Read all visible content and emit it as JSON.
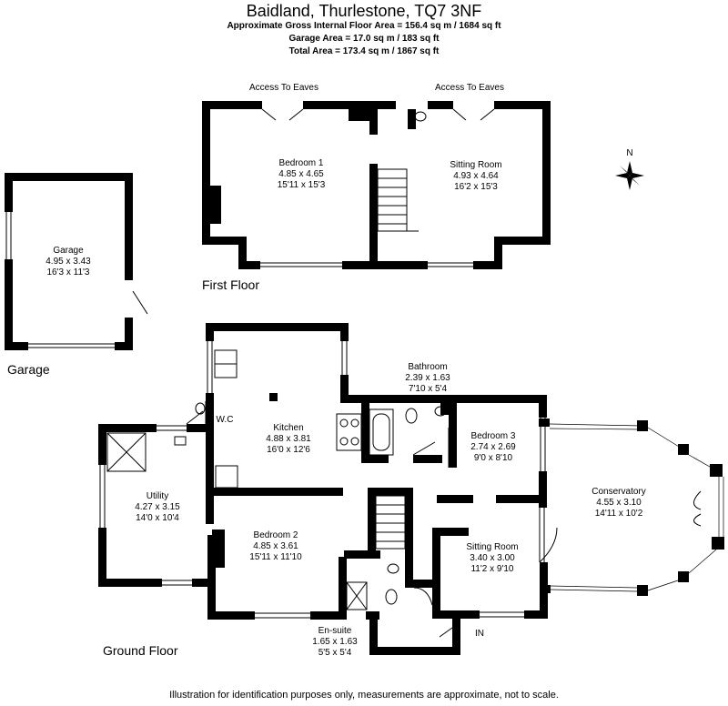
{
  "header": {
    "title": "Baidland, Thurlestone, TQ7 3NF",
    "gross_area": "Approximate Gross Internal Floor Area  = 156.4 sq m  / 1684 sq ft",
    "garage_area": "Garage Area = 17.0 sq m  / 183 sq ft",
    "total_area": "Total Area = 173.4 sq m  / 1867 sq ft"
  },
  "floors": {
    "first": "First Floor",
    "ground": "Ground Floor",
    "garage": "Garage"
  },
  "labels": {
    "eaves_left": "Access To Eaves",
    "eaves_right": "Access To Eaves",
    "north": "N",
    "entrance": "IN"
  },
  "rooms": {
    "bedroom1": {
      "name": "Bedroom 1",
      "metric": "4.85 x 4.65",
      "imperial": "15'11 x 15'3"
    },
    "sitting_first": {
      "name": "Sitting Room",
      "metric": "4.93 x 4.64",
      "imperial": "16'2 x 15'3"
    },
    "garage": {
      "name": "Garage",
      "metric": "4.95 x 3.43",
      "imperial": "16'3 x 11'3"
    },
    "bathroom": {
      "name": "Bathroom",
      "metric": "2.39 x 1.63",
      "imperial": "7'10 x 5'4"
    },
    "wc": {
      "name": "W.C"
    },
    "kitchen": {
      "name": "Kitchen",
      "metric": "4.88 x 3.81",
      "imperial": "16'0 x 12'6"
    },
    "bedroom3": {
      "name": "Bedroom 3",
      "metric": "2.74 x 2.69",
      "imperial": "9'0 x 8'10"
    },
    "conservatory": {
      "name": "Conservatory",
      "metric": "4.55 x 3.10",
      "imperial": "14'11 x 10'2"
    },
    "utility": {
      "name": "Utility",
      "metric": "4.27 x 3.15",
      "imperial": "14'0 x 10'4"
    },
    "bedroom2": {
      "name": "Bedroom 2",
      "metric": "4.85 x 3.61",
      "imperial": "15'11 x 11'10"
    },
    "sitting_ground": {
      "name": "Sitting Room",
      "metric": "3.40 x 3.00",
      "imperial": "11'2 x 9'10"
    },
    "ensuite": {
      "name": "En-suite",
      "metric": "1.65 x 1.63",
      "imperial": "5'5 x 5'4"
    }
  },
  "footer": "Illustration for identification purposes only, measurements are approximate, not to scale."
}
